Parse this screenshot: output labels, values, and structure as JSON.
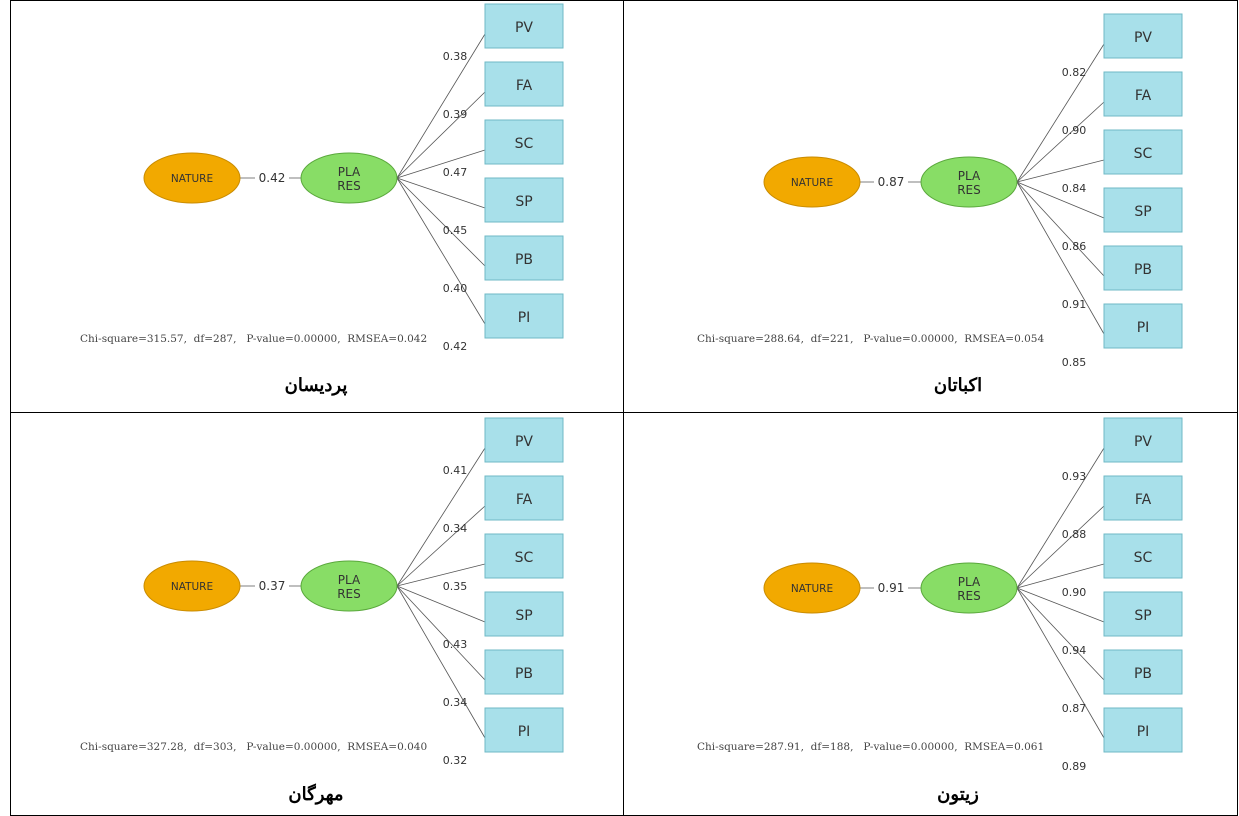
{
  "panels": [
    {
      "id": "pardisan",
      "caption": "پردیسان",
      "source": "NATURE",
      "target": [
        "PLA",
        "RES"
      ],
      "path_coefficient": "0.42",
      "indicators": [
        "PV",
        "FA",
        "SC",
        "SP",
        "PB",
        "PI"
      ],
      "loadings": [
        "0.38",
        "0.39",
        "0.47",
        "0.45",
        "0.40",
        "0.42"
      ],
      "fit_stats": "Chi-square=315.57,  df=287,   P-value=0.00000,  RMSEA=0.042"
    },
    {
      "id": "ekbatan",
      "caption": "اکباتان",
      "source": "NATURE",
      "target": [
        "PLA",
        "RES"
      ],
      "path_coefficient": "0.87",
      "indicators": [
        "PV",
        "FA",
        "SC",
        "SP",
        "PB",
        "PI"
      ],
      "loadings": [
        "0.82",
        "0.90",
        "0.84",
        "0.86",
        "0.91",
        "0.85"
      ],
      "fit_stats": "Chi-square=288.64,  df=221,   P-value=0.00000,  RMSEA=0.054"
    },
    {
      "id": "mehregan",
      "caption": "مهرگان",
      "source": "NATURE",
      "target": [
        "PLA",
        "RES"
      ],
      "path_coefficient": "0.37",
      "indicators": [
        "PV",
        "FA",
        "SC",
        "SP",
        "PB",
        "PI"
      ],
      "loadings": [
        "0.41",
        "0.34",
        "0.35",
        "0.43",
        "0.34",
        "0.32"
      ],
      "fit_stats": "Chi-square=327.28,  df=303,   P-value=0.00000,  RMSEA=0.040"
    },
    {
      "id": "zeytoon",
      "caption": "زیتون",
      "source": "NATURE",
      "target": [
        "PLA",
        "RES"
      ],
      "path_coefficient": "0.91",
      "indicators": [
        "PV",
        "FA",
        "SC",
        "SP",
        "PB",
        "PI"
      ],
      "loadings": [
        "0.93",
        "0.88",
        "0.90",
        "0.94",
        "0.87",
        "0.89"
      ],
      "fit_stats": "Chi-square=287.91,  df=188,   P-value=0.00000,  RMSEA=0.061"
    }
  ],
  "colors": {
    "source_fill": "#F2A900",
    "target_fill": "#88DD66",
    "indicator_fill": "#A8E0EA",
    "line": "#555555",
    "text": "#333333"
  }
}
